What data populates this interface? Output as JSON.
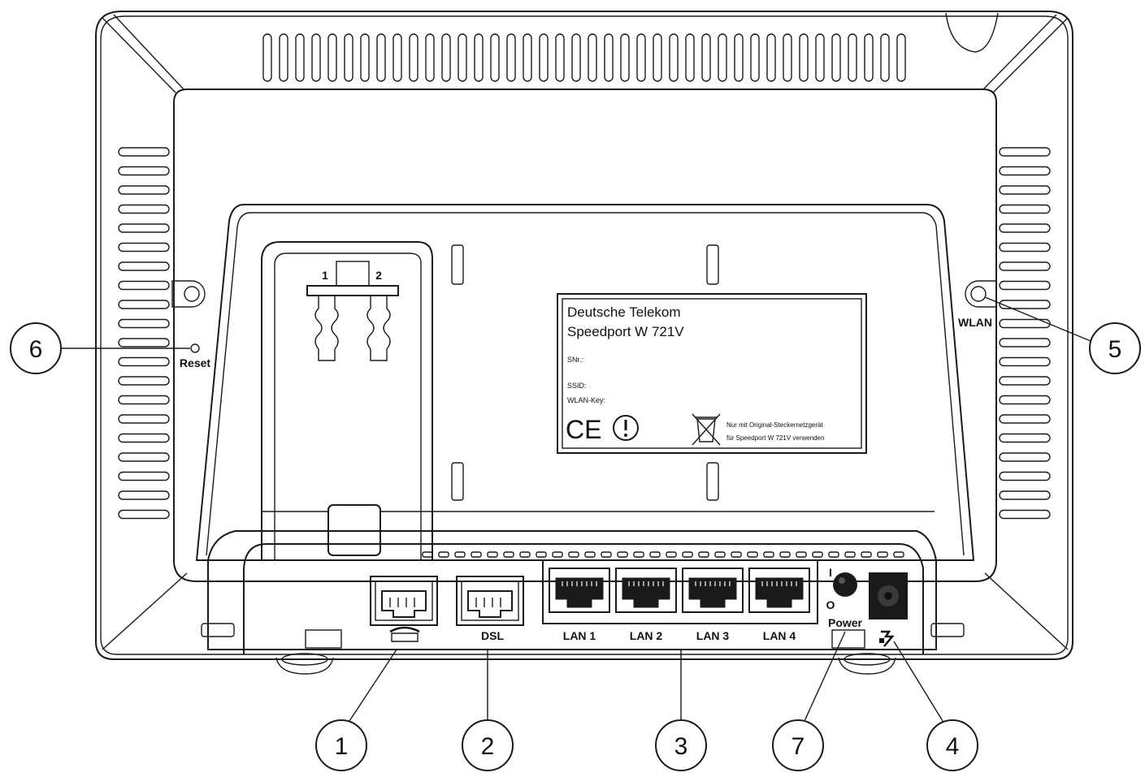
{
  "device_label": {
    "brand": "Deutsche Telekom",
    "model": "Speedport W 721V",
    "serial_label": "SNr.:",
    "ssid_label": "SSID:",
    "wlan_key_label": "WLAN-Key:",
    "ce_mark": "CE",
    "notice_line1": "Nur mit Original-Steckernetzgerät",
    "notice_line2": "für Speedport W 721V verwenden"
  },
  "stand_slots": {
    "slot1": "1",
    "slot2": "2"
  },
  "ports": {
    "phone_icon": "phone-icon",
    "dsl": "DSL",
    "lan": [
      "LAN 1",
      "LAN 2",
      "LAN 3",
      "LAN 4"
    ],
    "power_on": "I",
    "power_off": "O",
    "power": "Power",
    "dc_icon": "dc-power-icon"
  },
  "side_labels": {
    "reset": "Reset",
    "wlan": "WLAN"
  },
  "callouts": [
    "1",
    "2",
    "3",
    "7",
    "4",
    "6",
    "5"
  ]
}
